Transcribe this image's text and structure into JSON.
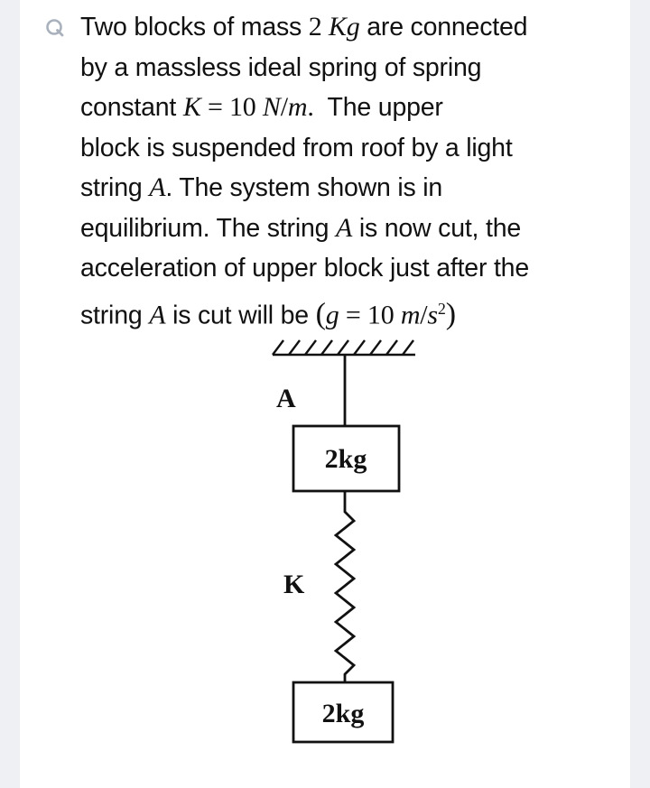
{
  "question": {
    "icon": "q-icon",
    "line1_a": "Two blocks of mass ",
    "line1_m1": "2 ",
    "line1_m2": "Kg",
    "line1_b": " are connected",
    "line2": "by a massless ideal spring of spring",
    "line3_a": "constant ",
    "line3_m1": "K",
    "line3_m2": " = 10 ",
    "line3_m3": "N",
    "line3_m4": "/",
    "line3_m5": "m",
    "line3_m6": ".",
    "line3_b": "  The upper",
    "line4": "block is suspended from roof by a light",
    "line5_a": "string ",
    "line5_m": "A",
    "line5_b": ". The system shown is in",
    "line6_a": "equilibrium. The string ",
    "line6_m": "A",
    "line6_b": " is now cut, the",
    "line7": "acceleration of upper block just after the",
    "line8_a": "string ",
    "line8_m": "A",
    "line8_b": " is cut will be ",
    "line8_p1": "(",
    "line8_m2": "g",
    "line8_m3": " = 10 ",
    "line8_m4": "m",
    "line8_m5": "/",
    "line8_m6": "s",
    "line8_sup": "2",
    "line8_p2": ")"
  },
  "diagram": {
    "string_label": "A",
    "spring_label": "K",
    "upper_block_label": "2kg",
    "lower_block_label": "2kg"
  }
}
